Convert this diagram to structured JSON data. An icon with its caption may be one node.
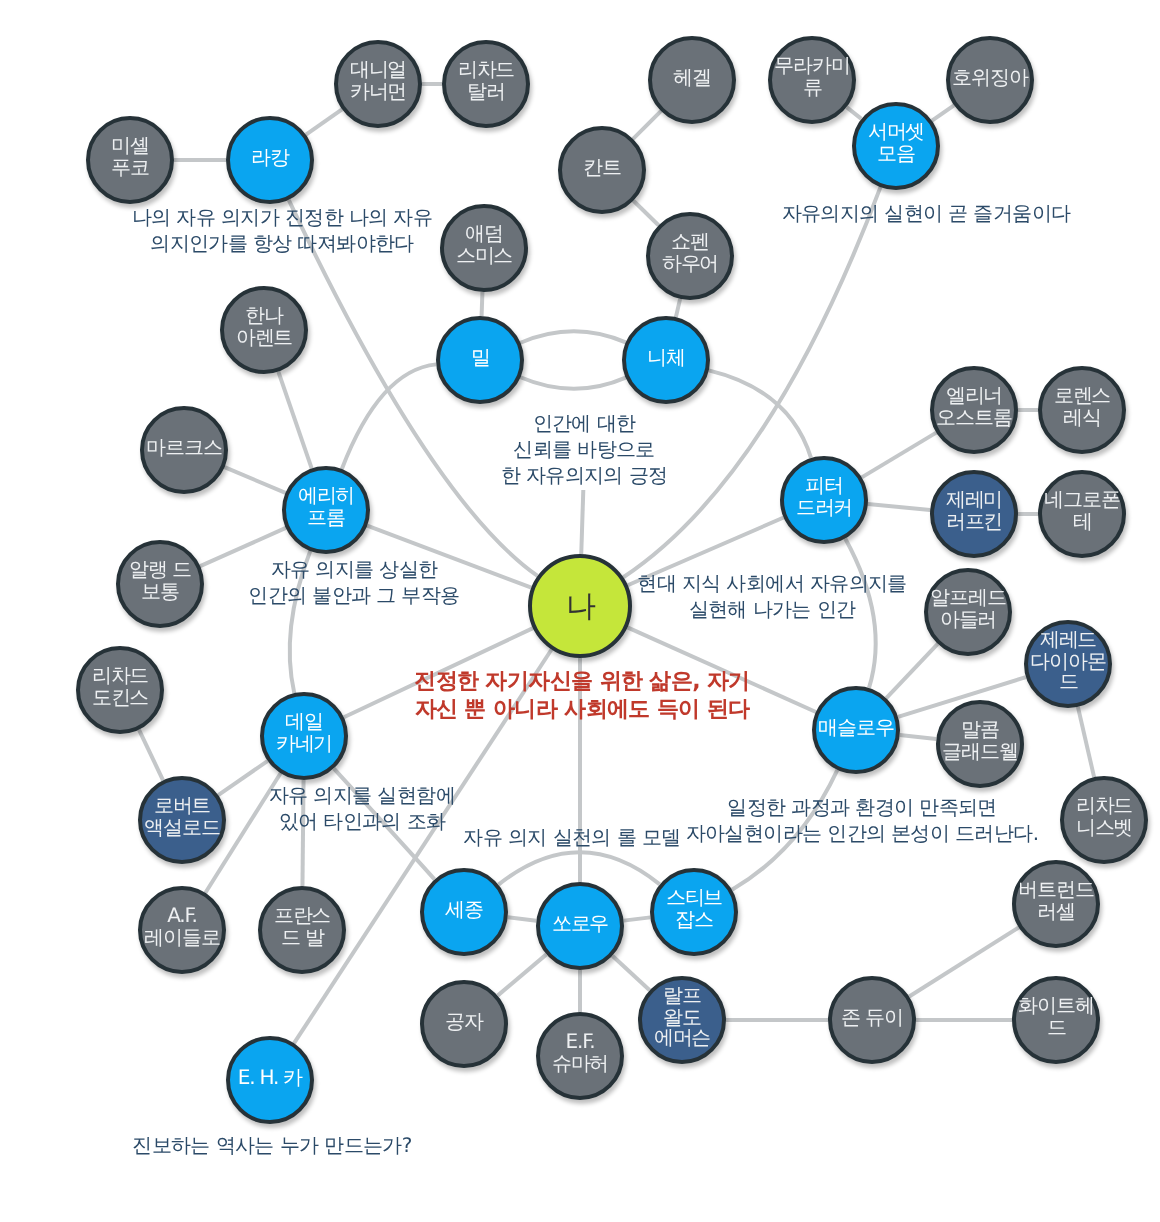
{
  "diagram": {
    "nodes": [
      {
        "text": [
          "나"
        ],
        "beside": [
          "진정한 자기자신을 위한 삶은, 자기 자신 뿐 아니라 사회에도 득이 된다"
        ]
      },
      {
        "text": [
          "라캉"
        ],
        "beside": [
          "나의 자유 의지가 진정한 나의 자유 의지인가를 항상 따져봐야한다"
        ]
      },
      {
        "text": [
          "미셸 푸코"
        ]
      },
      {
        "text": [
          "대니얼 카너먼"
        ]
      },
      {
        "text": [
          "리차드 탈러"
        ]
      },
      {
        "text": [
          "밀"
        ]
      },
      {
        "text": [
          "애덤 스미스"
        ]
      },
      {
        "text": [
          "니체"
        ]
      },
      {
        "text": [
          "쇼펜 하우어"
        ]
      },
      {
        "text": [
          "칸트"
        ]
      },
      {
        "text": [
          "헤겔"
        ]
      },
      {
        "text": [
          "서머셋 모음"
        ],
        "beside": [
          "자유의지의 실현이 곧 즐거움이다"
        ]
      },
      {
        "text": [
          "무라카미 류"
        ]
      },
      {
        "text": [
          "호위징아"
        ]
      },
      {
        "text": [
          "에리히 프롬"
        ],
        "beside": [
          "자유 의지를 상실한 인간의 불안과 그 부작용"
        ]
      },
      {
        "text": [
          "한나 아렌트"
        ]
      },
      {
        "text": [
          "마르크스"
        ]
      },
      {
        "text": [
          "알랭 드 보통"
        ]
      },
      {
        "text": [
          "피터 드러커"
        ]
      },
      {
        "text": [
          "엘리너 오스트롬"
        ]
      },
      {
        "text": [
          "로렌스 레식"
        ]
      },
      {
        "text": [
          "제레미 러프킨"
        ]
      },
      {
        "text": [
          "네그로폰테"
        ]
      },
      {
        "text": [
          "데일 카네기"
        ],
        "beside": [
          "자유 의지를 실현함에 있어 타인과의 조화"
        ]
      },
      {
        "text": [
          "리차드 도킨스"
        ]
      },
      {
        "text": [
          "로버트 액설로드"
        ]
      },
      {
        "text": [
          "A.F. 레이들로"
        ]
      },
      {
        "text": [
          "프란스 드 발"
        ]
      },
      {
        "text": [
          "매슬로우"
        ]
      },
      {
        "text": [
          "알프레드 아들러"
        ]
      },
      {
        "text": [
          "제레드 다이아몬드"
        ]
      },
      {
        "text": [
          "말콤 글래드웰"
        ]
      },
      {
        "text": [
          "리차드 니스벳"
        ]
      },
      {
        "text": [
          "세종"
        ]
      },
      {
        "text": [
          "쏘로우"
        ]
      },
      {
        "text": [
          "스티브 잡스"
        ]
      },
      {
        "text": [
          "공자"
        ]
      },
      {
        "text": [
          "E.F. 슈마허"
        ]
      },
      {
        "text": [
          "랄프 왈도 에머슨"
        ]
      },
      {
        "text": [
          "존 듀이"
        ]
      },
      {
        "text": [
          "버트런드 러셀"
        ]
      },
      {
        "text": [
          "화이트헤드"
        ]
      },
      {
        "text": [
          "E. H. 카"
        ],
        "beside": [
          "진보하는 역사는 누가 만드는가?"
        ]
      },
      {
        "text": [
          "인간에 대한 신뢰를 바탕으로 한 자유의지의 긍정"
        ]
      }
    ],
    "edges": [
      {
        "from": 0,
        "to": 1,
        "arrow": "none"
      },
      {
        "from": 0,
        "to": 11,
        "arrow": "none"
      },
      {
        "from": 0,
        "to": 14,
        "arrow": "none"
      },
      {
        "from": 0,
        "to": 18,
        "arrow": "none"
      },
      {
        "from": 0,
        "to": 28,
        "arrow": "none"
      },
      {
        "from": 0,
        "to": 23,
        "arrow": "none"
      },
      {
        "from": 0,
        "to": 34,
        "arrow": "none"
      },
      {
        "from": 0,
        "to": 43,
        "arrow": "none"
      },
      {
        "from": 0,
        "to": 42,
        "arrow": "none"
      },
      {
        "from": 14,
        "to": 5,
        "arrow": "none"
      },
      {
        "from": 5,
        "to": 7,
        "arrow": "none"
      },
      {
        "from": 5,
        "to": 7,
        "arrow": "none"
      },
      {
        "from": 7,
        "to": 18,
        "arrow": "none"
      },
      {
        "from": 18,
        "to": 28,
        "arrow": "none"
      },
      {
        "from": 28,
        "to": 35,
        "arrow": "none"
      },
      {
        "from": 14,
        "to": 23,
        "arrow": "none"
      },
      {
        "from": 23,
        "to": 33,
        "arrow": "none"
      },
      {
        "from": 33,
        "to": 34,
        "arrow": "none"
      },
      {
        "from": 34,
        "to": 35,
        "arrow": "none"
      },
      {
        "from": 33,
        "to": 35,
        "arrow": "none"
      },
      {
        "from": 1,
        "to": 2,
        "arrow": "none"
      },
      {
        "from": 1,
        "to": 3,
        "arrow": "none"
      },
      {
        "from": 3,
        "to": 4,
        "arrow": "none"
      },
      {
        "from": 5,
        "to": 6,
        "arrow": "none"
      },
      {
        "from": 7,
        "to": 8,
        "arrow": "none"
      },
      {
        "from": 8,
        "to": 9,
        "arrow": "none"
      },
      {
        "from": 9,
        "to": 10,
        "arrow": "none"
      },
      {
        "from": 11,
        "to": 12,
        "arrow": "none"
      },
      {
        "from": 11,
        "to": 13,
        "arrow": "none"
      },
      {
        "from": 14,
        "to": 15,
        "arrow": "none"
      },
      {
        "from": 14,
        "to": 16,
        "arrow": "none"
      },
      {
        "from": 14,
        "to": 17,
        "arrow": "none"
      },
      {
        "from": 24,
        "to": 25,
        "arrow": "none"
      },
      {
        "from": 23,
        "to": 25,
        "arrow": "none"
      },
      {
        "from": 23,
        "to": 26,
        "arrow": "none"
      },
      {
        "from": 23,
        "to": 27,
        "arrow": "none"
      },
      {
        "from": 18,
        "to": 19,
        "arrow": "none"
      },
      {
        "from": 19,
        "to": 20,
        "arrow": "none"
      },
      {
        "from": 18,
        "to": 21,
        "arrow": "none"
      },
      {
        "from": 21,
        "to": 22,
        "arrow": "none"
      },
      {
        "from": 28,
        "to": 29,
        "arrow": "none"
      },
      {
        "from": 28,
        "to": 30,
        "arrow": "none"
      },
      {
        "from": 28,
        "to": 31,
        "arrow": "none"
      },
      {
        "from": 30,
        "to": 32,
        "arrow": "none"
      },
      {
        "from": 34,
        "to": 36,
        "arrow": "none"
      },
      {
        "from": 34,
        "to": 37,
        "arrow": "none"
      },
      {
        "from": 34,
        "to": 38,
        "arrow": "none"
      },
      {
        "from": 38,
        "to": 39,
        "arrow": "none"
      },
      {
        "from": 39,
        "to": 40,
        "arrow": "none"
      },
      {
        "from": 39,
        "to": 41,
        "arrow": "none"
      }
    ],
    "labels": [
      "현대 지식 사회에서 자유의지를 실현해 나가는 인간",
      "일정한 과정과 환경이 만족되면 자아실현이라는 인간의 본성이 드러난다.",
      "자유 의지 실천의 롤 모델"
    ]
  }
}
